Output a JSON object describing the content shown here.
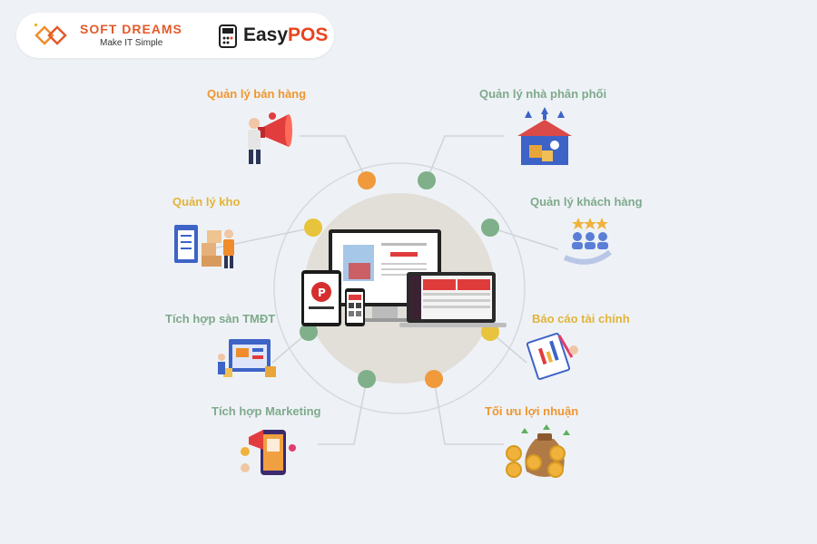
{
  "header": {
    "softdreams_name": "SOFT DREAMS",
    "softdreams_tagline": "Make IT Simple",
    "easypos_name_a": "Easy",
    "easypos_name_b": "POS"
  },
  "colors": {
    "orange": "#f09a3b",
    "yellow": "#e8c43c",
    "green": "#7fb08a",
    "line": "#cfd4d8",
    "label_orange": "#f0952f",
    "label_yellow": "#e3b338",
    "label_green": "#7fa98c"
  },
  "features": [
    {
      "label": "Quản lý bán hàng",
      "icon": "megaphone-icon"
    },
    {
      "label": "Quản lý nhà phân phối",
      "icon": "warehouse-icon"
    },
    {
      "label": "Quản lý kho",
      "icon": "inventory-icon"
    },
    {
      "label": "Quản lý khách hàng",
      "icon": "customers-icon"
    },
    {
      "label": "Tích hợp sàn TMĐT",
      "icon": "ecommerce-icon"
    },
    {
      "label": "Báo cáo tài chính",
      "icon": "report-icon"
    },
    {
      "label": "Tích hợp Marketing",
      "icon": "marketing-phone-icon"
    },
    {
      "label": "Tối ưu lợi nhuận",
      "icon": "money-bag-icon"
    }
  ]
}
